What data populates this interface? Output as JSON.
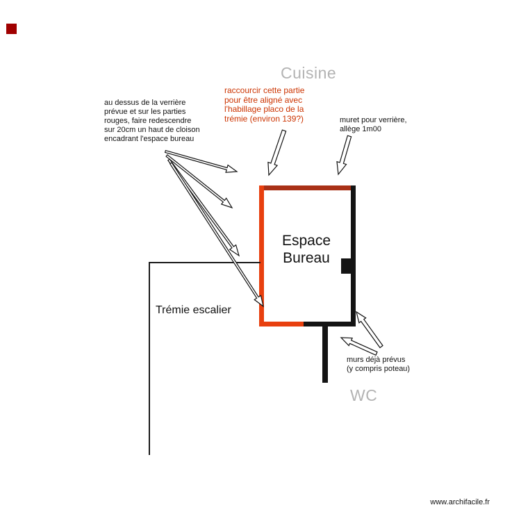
{
  "rooms": {
    "cuisine": "Cuisine",
    "espace_bureau": "Espace\nBureau",
    "tremie": "Trémie escalier",
    "wc": "WC"
  },
  "annotations": {
    "left_note": "au dessus de la verrière\nprévue et sur les parties\nrouges, faire redescendre\nsur 20cm un haut de cloison\nencadrant l'espace bureau",
    "red_note": "raccourcir cette partie\npour être aligné avec\nl'habillage placo de la\ntrémie (environ 139?)",
    "muret_note": "muret pour verrière,\nallège 1m00",
    "murs_note": "murs déjà prévus\n(y compris poteau)"
  },
  "footer": {
    "website": "www.archifacile.fr"
  },
  "colors": {
    "wall_red_bright": "#e8400f",
    "wall_red_dark": "#a93117",
    "wall_black": "#141414",
    "annotation_red": "#cc3300",
    "room_label_gray": "#b3b3b3",
    "legend_square_red": "#a00000"
  }
}
